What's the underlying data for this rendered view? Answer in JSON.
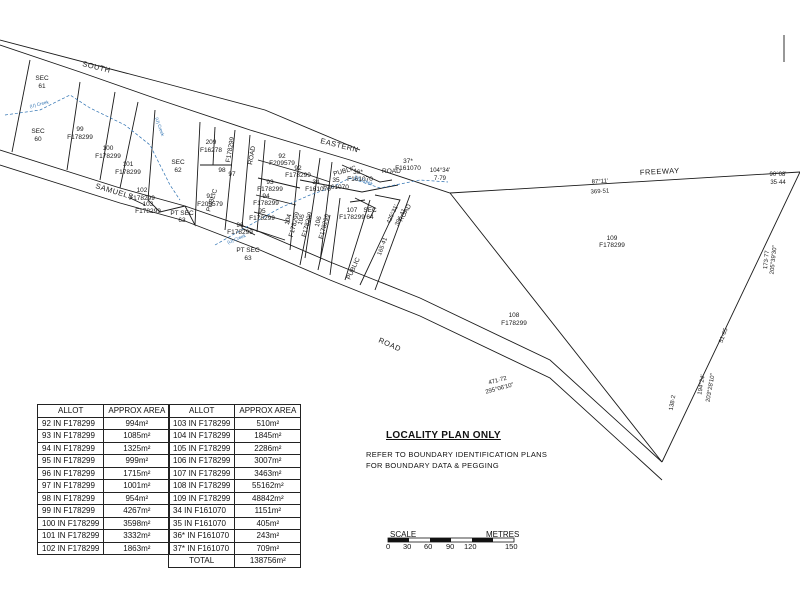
{
  "roads": {
    "south_eastern_freeway_1": "SOUTH",
    "south_eastern_freeway_2": "EASTERN",
    "south_eastern_freeway_3": "FREEWAY",
    "samuels_road_1": "SAMUELS",
    "samuels_road_2": "ROAD",
    "public_road_1": "PUBLIC",
    "public_road_2": "ROAD",
    "public_road_3": "PUBLIC",
    "public_road_4": "ROAD",
    "public_road_5": "PUBLIC",
    "public_road_6": "ROAD",
    "public_road_7": "PUBLIC",
    "public_road_8": "ROAD"
  },
  "parcels": {
    "sec61": [
      "SEC",
      "61"
    ],
    "sec60": [
      "SEC",
      "60"
    ],
    "p99": [
      "99",
      "F178299"
    ],
    "p100": [
      "100",
      "F178299"
    ],
    "p101": [
      "101",
      "F178299"
    ],
    "p102": [
      "102",
      "F178299"
    ],
    "p103": [
      "103",
      "F178299"
    ],
    "ptsec63a": [
      "PT SEC",
      "63"
    ],
    "sec62": [
      "SEC",
      "62"
    ],
    "p209": [
      "209",
      "F16278"
    ],
    "f178299v": "F178299",
    "p98": "98",
    "p97": "97",
    "p91": [
      "91",
      "F209579"
    ],
    "p92a": [
      "92",
      "F209579"
    ],
    "p93": [
      "93",
      "F178299"
    ],
    "p94": [
      "94",
      "F178299"
    ],
    "p95": [
      "95",
      "F178299"
    ],
    "p96": [
      "96",
      "F178299"
    ],
    "ptsec63b": [
      "PT SEC",
      "63"
    ],
    "p92b": [
      "92",
      "F178299"
    ],
    "p34": [
      "34",
      "F161070"
    ],
    "p35": [
      "35",
      "F161070"
    ],
    "p36": [
      "36*",
      "F161070"
    ],
    "p37": [
      "37*",
      "F161070"
    ],
    "sec64": [
      "SEC",
      "64"
    ],
    "p104": [
      "104",
      "F178299"
    ],
    "p105": [
      "105",
      "F178299"
    ],
    "p106": [
      "106",
      "F178299"
    ],
    "p107": [
      "107",
      "F178299"
    ],
    "p109": [
      "109",
      "F178299"
    ],
    "p108": [
      "108",
      "F178299"
    ]
  },
  "dimensions": {
    "d1": "104°34'",
    "d2": "7·79",
    "d3": "87°11'",
    "d4": "369·51",
    "d5": "90°08'",
    "d6": "35·44",
    "d7": "173·77",
    "d8": "205°39'30\"",
    "d9": "51·65",
    "d10": "194°24'",
    "d11": "203°28'10\"",
    "d12": "138·2",
    "d13": "471·72",
    "d14": "295°06'10\"",
    "d15": "165·41",
    "d16": "425°31'",
    "d17": "386·11"
  },
  "creek_label": "(U) Creek",
  "table1": {
    "headers": [
      "ALLOT",
      "APPROX AREA"
    ],
    "rows": [
      [
        "92 IN F178299",
        "994m²"
      ],
      [
        "93 IN F178299",
        "1085m²"
      ],
      [
        "94 IN F178299",
        "1325m²"
      ],
      [
        "95 IN F178299",
        "999m²"
      ],
      [
        "96 IN F178299",
        "1715m²"
      ],
      [
        "97 IN F178299",
        "1001m²"
      ],
      [
        "98 IN F178299",
        "954m²"
      ],
      [
        "99 IN F178299",
        "4267m²"
      ],
      [
        "100 IN F178299",
        "3598m²"
      ],
      [
        "101 IN F178299",
        "3332m²"
      ],
      [
        "102 IN F178299",
        "1863m²"
      ]
    ]
  },
  "table2": {
    "headers": [
      "ALLOT",
      "APPROX AREA"
    ],
    "rows": [
      [
        "103 IN F178299",
        "510m²"
      ],
      [
        "104 IN F178299",
        "1845m²"
      ],
      [
        "105 IN F178299",
        "2286m²"
      ],
      [
        "106 IN F178299",
        "3007m²"
      ],
      [
        "107 IN F178299",
        "3463m²"
      ],
      [
        "108 IN F178299",
        "55162m²"
      ],
      [
        "109 IN F178299",
        "48842m²"
      ],
      [
        "34 IN F161070",
        "1151m²"
      ],
      [
        "35 IN F161070",
        "405m²"
      ],
      [
        "36* IN F161070",
        "243m²"
      ],
      [
        "37* IN F161070",
        "709m²"
      ]
    ],
    "total": [
      "TOTAL",
      "138756m²"
    ]
  },
  "notes": {
    "title": "LOCALITY PLAN ONLY",
    "line1": "REFER TO BOUNDARY IDENTIFICATION PLANS",
    "line2": "FOR BOUNDARY DATA & PEGGING"
  },
  "scale": {
    "label": "SCALE",
    "unit": "METRES",
    "ticks": [
      "0",
      "30",
      "60",
      "90",
      "120",
      "150"
    ]
  }
}
